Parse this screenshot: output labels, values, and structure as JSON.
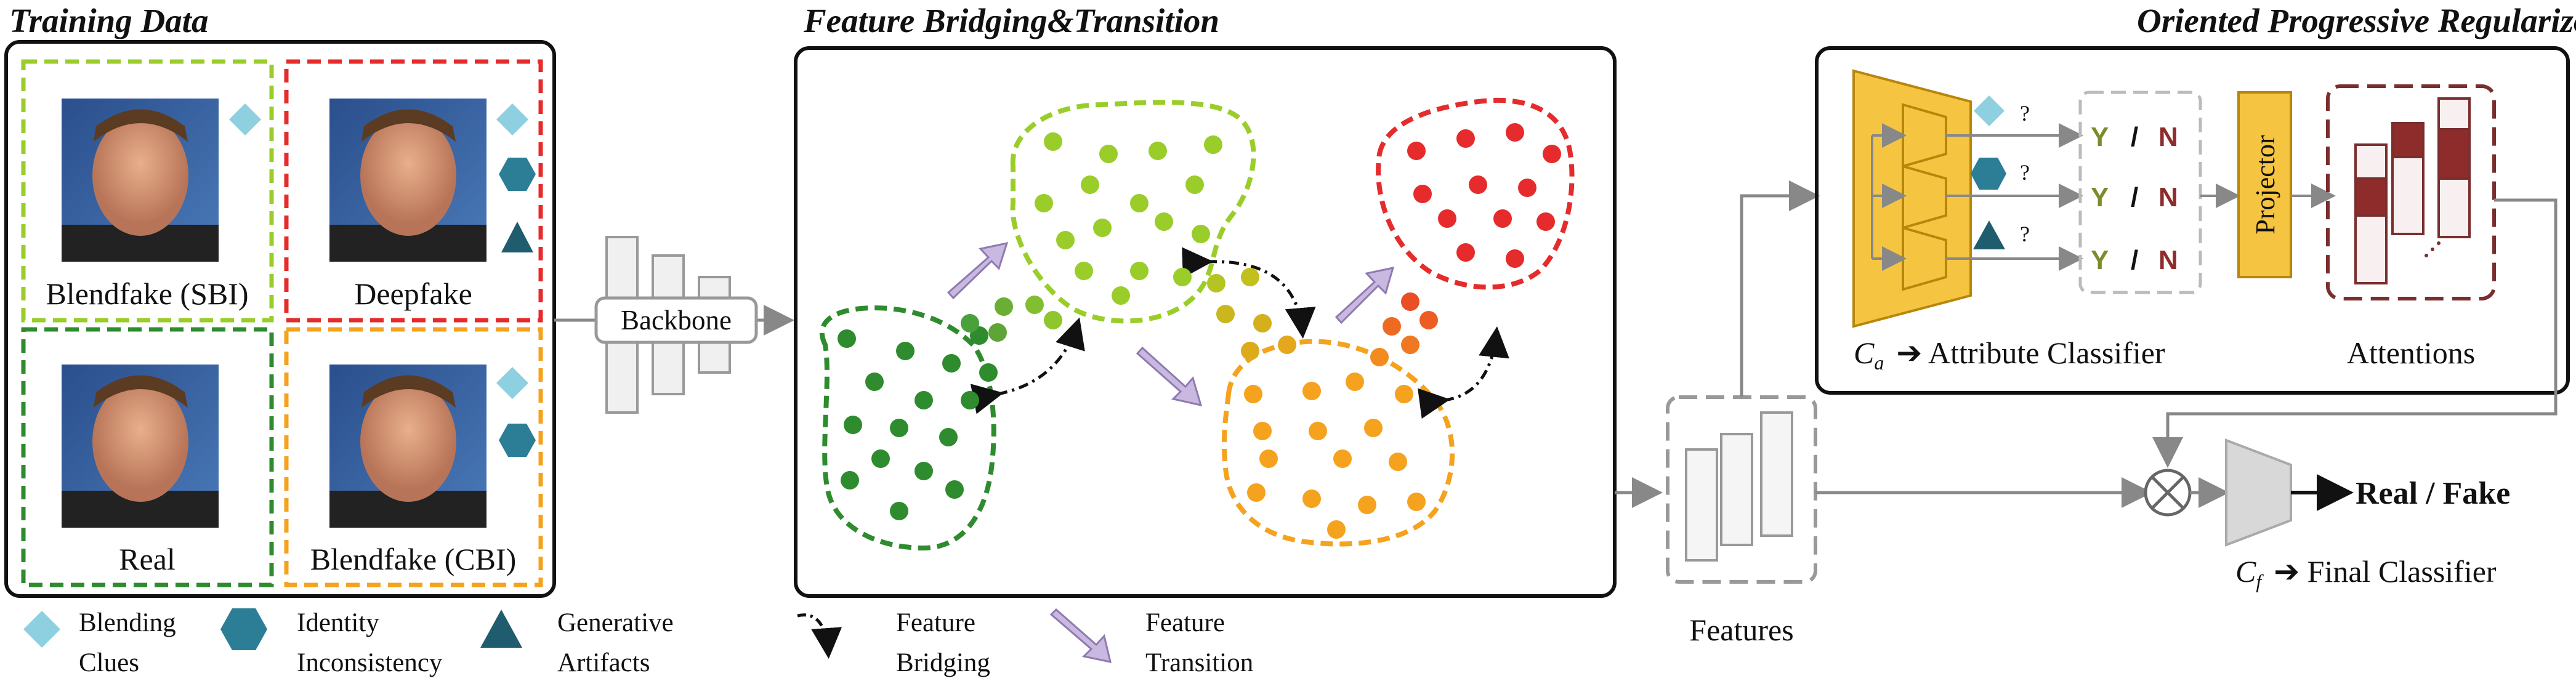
{
  "sections": {
    "training_data": "Training Data",
    "bridging": "Feature Bridging&Transition",
    "regularizer": "Oriented Progressive Regularizor"
  },
  "quadrants": {
    "sbi": "Blendfake (SBI)",
    "deepfake": "Deepfake",
    "real": "Real",
    "cbi": "Blendfake (CBI)"
  },
  "backbone": "Backbone",
  "features": "Features",
  "projector": "Projector",
  "attentions": "Attentions",
  "attr_classifier": {
    "symbol": "C",
    "sub": "a",
    "text": "Attribute Classifier"
  },
  "final_classifier": {
    "symbol": "C",
    "sub": "f",
    "text": "Final Classifier"
  },
  "output": "Real / Fake",
  "question": "?",
  "yn": {
    "y": "Y",
    "sep": "/",
    "n": "N"
  },
  "legend": {
    "blending_1": "Blending",
    "blending_2": "Clues",
    "identity_1": "Identity",
    "identity_2": "Inconsistency",
    "generative_1": "Generative",
    "generative_2": "Artifacts",
    "bridging_1": "Feature",
    "bridging_2": "Bridging",
    "transition_1": "Feature",
    "transition_2": "Transition"
  },
  "colors": {
    "real": "#2e8b2e",
    "sbi": "#9acd2a",
    "deepfake": "#e52b2b",
    "cbi": "#f5a21e",
    "blending_clue": "#8ecfe0",
    "identity": "#2b7e95",
    "generative": "#1f5d6e",
    "transition_arrow": "#c9b8e0",
    "classifier": "#f5c542"
  }
}
